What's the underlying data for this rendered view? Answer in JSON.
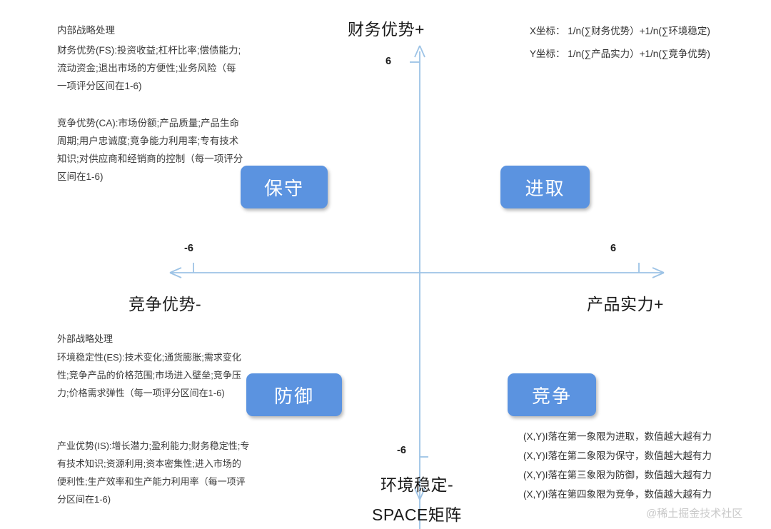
{
  "diagram": {
    "title": "SPACE矩阵",
    "accent_color": "#5B93E0",
    "axis_color": "#9DC3E6"
  },
  "internal": {
    "heading": "内部战略处理",
    "fs": "财务优势(FS):投资收益;杠杆比率;偿债能力;流动资金;退出市场的方便性;业务风险（每一项评分区间在1-6)",
    "ca": "竞争优势(CA):市场份额;产品质量;产品生命周期;用户忠诚度;竞争能力利用率;专有技术知识;对供应商和经销商的控制（每一项评分区间在1-6)"
  },
  "external": {
    "heading": "外部战略处理",
    "es": "环境稳定性(ES):技术变化;通货膨胀;需求变化性;竞争产品的价格范围;市场进入壁垒;竞争压力;价格需求弹性（每一项评分区间在1-6)",
    "is": "产业优势(IS):增长潜力;盈利能力;财务稳定性;专有技术知识;资源利用;资本密集性;进入市场的便利性;生产效率和生产能力利用率（每一项评分区间在1-6)"
  },
  "formulas": [
    "X坐标： 1/n(∑财务优势）+1/n(∑环境稳定)",
    "Y坐标： 1/n(∑产品实力）+1/n(∑竞争优势)"
  ],
  "axes": {
    "top_label": "财务优势+",
    "bottom_label": "环境稳定-",
    "left_label": "竞争优势-",
    "right_label": "产品实力+",
    "matrix_name": "SPACE矩阵",
    "ticks": {
      "top": "6",
      "bottom": "-6",
      "left": "-6",
      "right": "6"
    }
  },
  "quadrants": [
    {
      "key": "conservative",
      "label": "保守"
    },
    {
      "key": "aggressive",
      "label": "进取"
    },
    {
      "key": "defensive",
      "label": "防御"
    },
    {
      "key": "competitive",
      "label": "竞争"
    }
  ],
  "legend": [
    "(X,Y)I落在第一象限为进取，数值越大越有力",
    "(X,Y)I落在第二象限为保守，数值越大越有力",
    "(X,Y)I落在第三象限为防御，数值越大越有力",
    "(X,Y)I落在第四象限为竞争，数值越大越有力"
  ],
  "watermark": "@稀土掘金技术社区"
}
